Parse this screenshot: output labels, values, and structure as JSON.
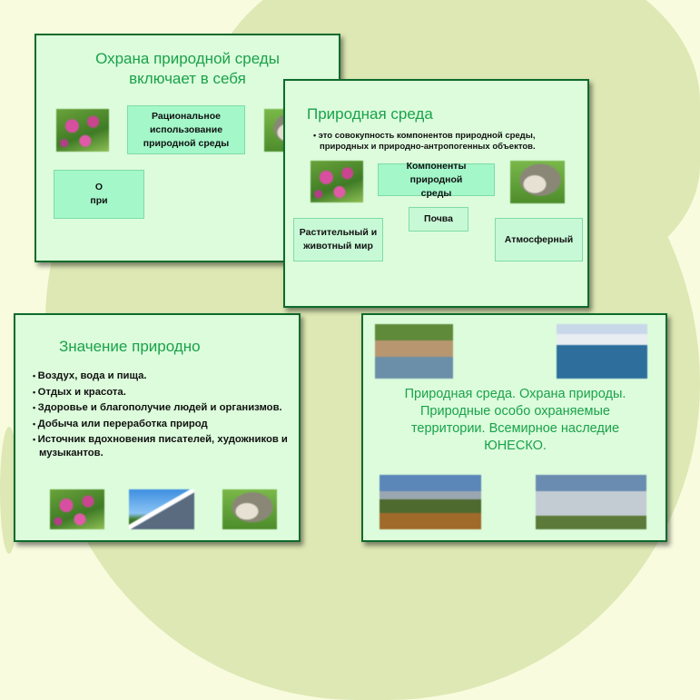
{
  "slides": [
    {
      "title_line1": "Охрана природной среды",
      "title_line2": "включает в себя",
      "box1": "Рациональное использование природной среды",
      "box2_line1": "О",
      "box2_line2": "при"
    },
    {
      "title": "Значение природно",
      "bullets": [
        "Воздух, вода и пища.",
        "Отдых и красота.",
        "Здоровье и благополучие людей и организмов.",
        "Добыча или переработка природ",
        "Источник вдохновения писателей, художников и музыкантов."
      ]
    },
    {
      "title": "Природная среда",
      "bullet": "это совокупность компонентов природной среды, природных и природно-антропогенных объектов.",
      "box_components": "Компоненты природной среды",
      "box_soil": "Почва",
      "box_flora": "Растительный и животный мир",
      "box_atmo": "Атмосферный"
    },
    {
      "title": "Природная среда. Охрана природы. Природные особо охраняемые территории. Всемирное наследие ЮНЕСКО."
    }
  ]
}
